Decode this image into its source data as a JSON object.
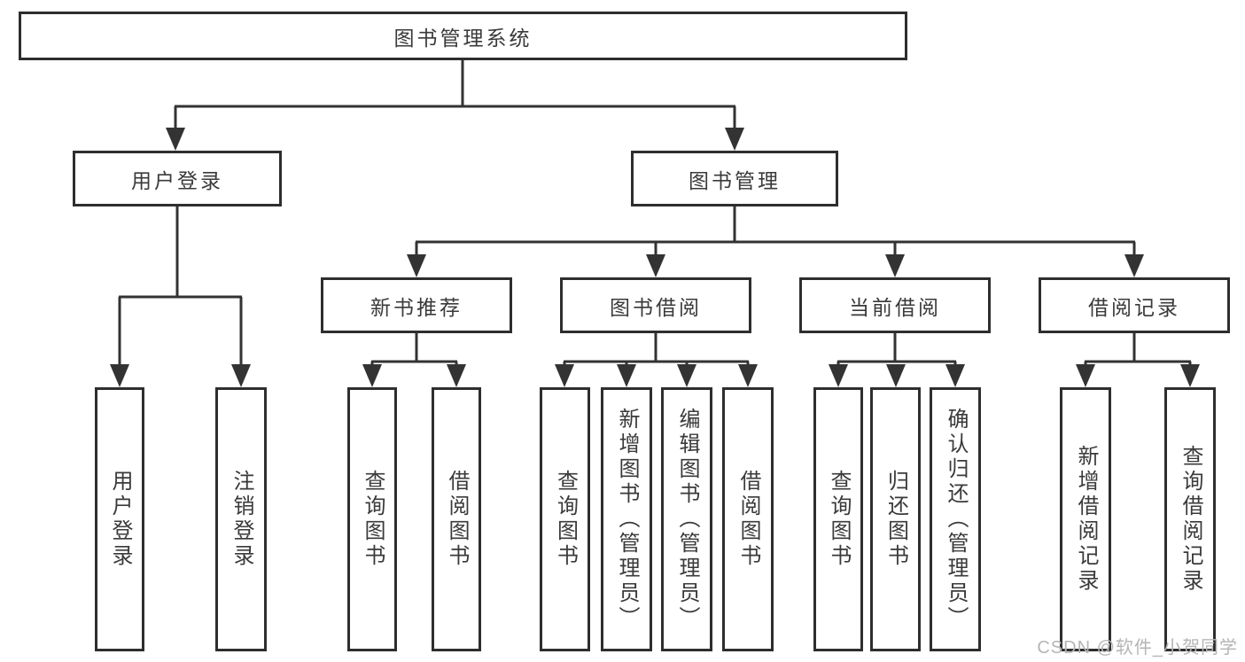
{
  "tree": {
    "root": {
      "label": "图书管理系统"
    },
    "level2": [
      {
        "label": "用户登录"
      },
      {
        "label": "图书管理"
      }
    ],
    "level3": [
      {
        "label": "新书推荐"
      },
      {
        "label": "图书借阅"
      },
      {
        "label": "当前借阅"
      },
      {
        "label": "借阅记录"
      }
    ],
    "leaves": [
      {
        "label": "用户登录"
      },
      {
        "label": "注销登录"
      },
      {
        "label": "查询图书"
      },
      {
        "label": "借阅图书"
      },
      {
        "label": "查询图书"
      },
      {
        "label": "新增图书（管理员）"
      },
      {
        "label": "编辑图书（管理员）"
      },
      {
        "label": "借阅图书"
      },
      {
        "label": "查询图书"
      },
      {
        "label": "归还图书"
      },
      {
        "label": "确认归还（管理员）"
      },
      {
        "label": "新增借阅记录"
      },
      {
        "label": "查询借阅记录"
      }
    ],
    "watermark": "CSDN @软件_小贺同学"
  },
  "colors": {
    "line": "#333333",
    "box_border": "#2e2e2e",
    "text": "#3a3a3a",
    "watermark": "#b5b5b5",
    "background": "#ffffff"
  }
}
